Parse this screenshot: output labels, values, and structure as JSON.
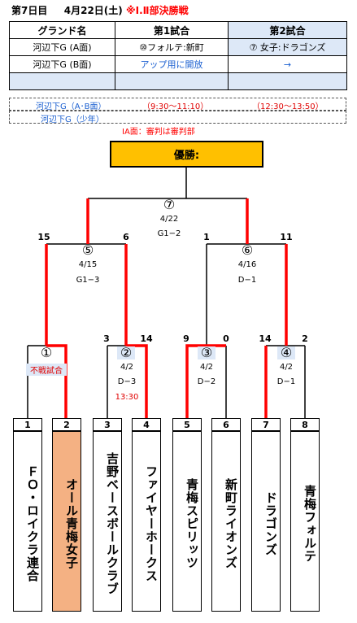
{
  "header": {
    "day": "第7日目",
    "date": "4月22日(土)",
    "note": "※Ⅰ.Ⅱ部決勝戦"
  },
  "schedule": {
    "columns": [
      "グランド名",
      "第1試合",
      "第2試合"
    ],
    "rows": [
      {
        "ground": "河辺下G (A面)",
        "game1": "⑩フォルテ:新町",
        "game2": "⑦ 女子:ドラゴンズ"
      },
      {
        "ground": "河辺下G (B面)",
        "game1": "アップ用に開放",
        "game2": "→"
      },
      {
        "ground": "",
        "game1": "",
        "game2": ""
      }
    ],
    "time_ground": "河辺下G（A･B面）",
    "time1": "（9:30〜11:10）",
    "time2": "（12:30〜13:50）",
    "youth_ground": "河辺下G（少年）"
  },
  "referee_note": "ⅠA面：審判は審判部",
  "final": {
    "label": "優勝:"
  },
  "matches": {
    "m7": {
      "num": "⑦",
      "date": "4/22",
      "venue": "G1−2"
    },
    "m5": {
      "num": "⑤",
      "date": "4/15",
      "venue": "G1−3",
      "score_l": "15",
      "score_r": "6"
    },
    "m6": {
      "num": "⑥",
      "date": "4/16",
      "venue": "D−1",
      "score_l": "1",
      "score_r": "11"
    },
    "m1": {
      "num": "①",
      "status": "不戦試合"
    },
    "m2": {
      "num": "②",
      "date": "4/2",
      "venue": "D−3",
      "time": "13:30",
      "score_l": "3",
      "score_r": "14"
    },
    "m3": {
      "num": "③",
      "date": "4/2",
      "venue": "D−2",
      "score_l": "9",
      "score_r": "0"
    },
    "m4": {
      "num": "④",
      "date": "4/2",
      "venue": "D−1",
      "score_l": "14",
      "score_r": "2"
    }
  },
  "teams": [
    {
      "num": "1",
      "name": "ＦＯ・ロイクラ連合"
    },
    {
      "num": "2",
      "name": "オール青梅女子"
    },
    {
      "num": "3",
      "name": "吉野ベースボールクラブ"
    },
    {
      "num": "4",
      "name": "ファイヤーホークス"
    },
    {
      "num": "5",
      "name": "青梅スピリッツ"
    },
    {
      "num": "6",
      "name": "新町ライオンズ"
    },
    {
      "num": "7",
      "name": "ドラゴンズ"
    },
    {
      "num": "8",
      "name": "青梅フォルテ"
    }
  ],
  "colors": {
    "winner_line": "#ff0000",
    "final_box": "#ffc000",
    "highlight_team": "#f4b183",
    "note_red": "#ff0000"
  }
}
